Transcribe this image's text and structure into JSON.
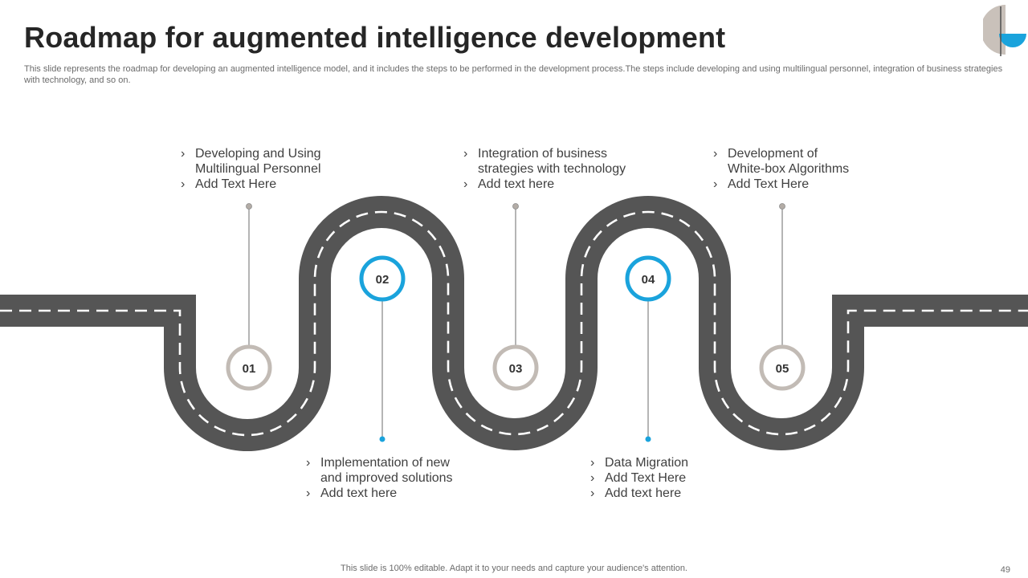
{
  "header": {
    "title": "Roadmap for augmented intelligence development",
    "description": "This slide represents the roadmap for developing an augmented intelligence model, and it includes the steps to be performed in the development process.The steps include developing and using multilingual personnel, integration of business strategies with technology, and so on."
  },
  "steps": [
    {
      "number": "01",
      "line1": "Developing and Using",
      "line2": "Multilingual  Personnel",
      "line3": "Add Text Here"
    },
    {
      "number": "02",
      "line1": "Implementation  of new",
      "line2": "and improved solutions",
      "line3": "Add text here"
    },
    {
      "number": "03",
      "line1": "Integration  of business",
      "line2": "strategies with technology",
      "line3": "Add text here"
    },
    {
      "number": "04",
      "line1": "Data Migration",
      "line2": "Add Text Here",
      "line3": "Add text here"
    },
    {
      "number": "05",
      "line1": "Development of",
      "line2": "White-box Algorithms",
      "line3": "Add Text Here"
    }
  ],
  "footer": {
    "note": "This slide is 100% editable. Adapt it to your needs and capture your audience's attention.",
    "page_number": "49"
  },
  "colors": {
    "road": "#555555",
    "accent_blue": "#1aa3dc",
    "gray_ring": "#c2bbb5",
    "connector": "#6b6b6b"
  }
}
